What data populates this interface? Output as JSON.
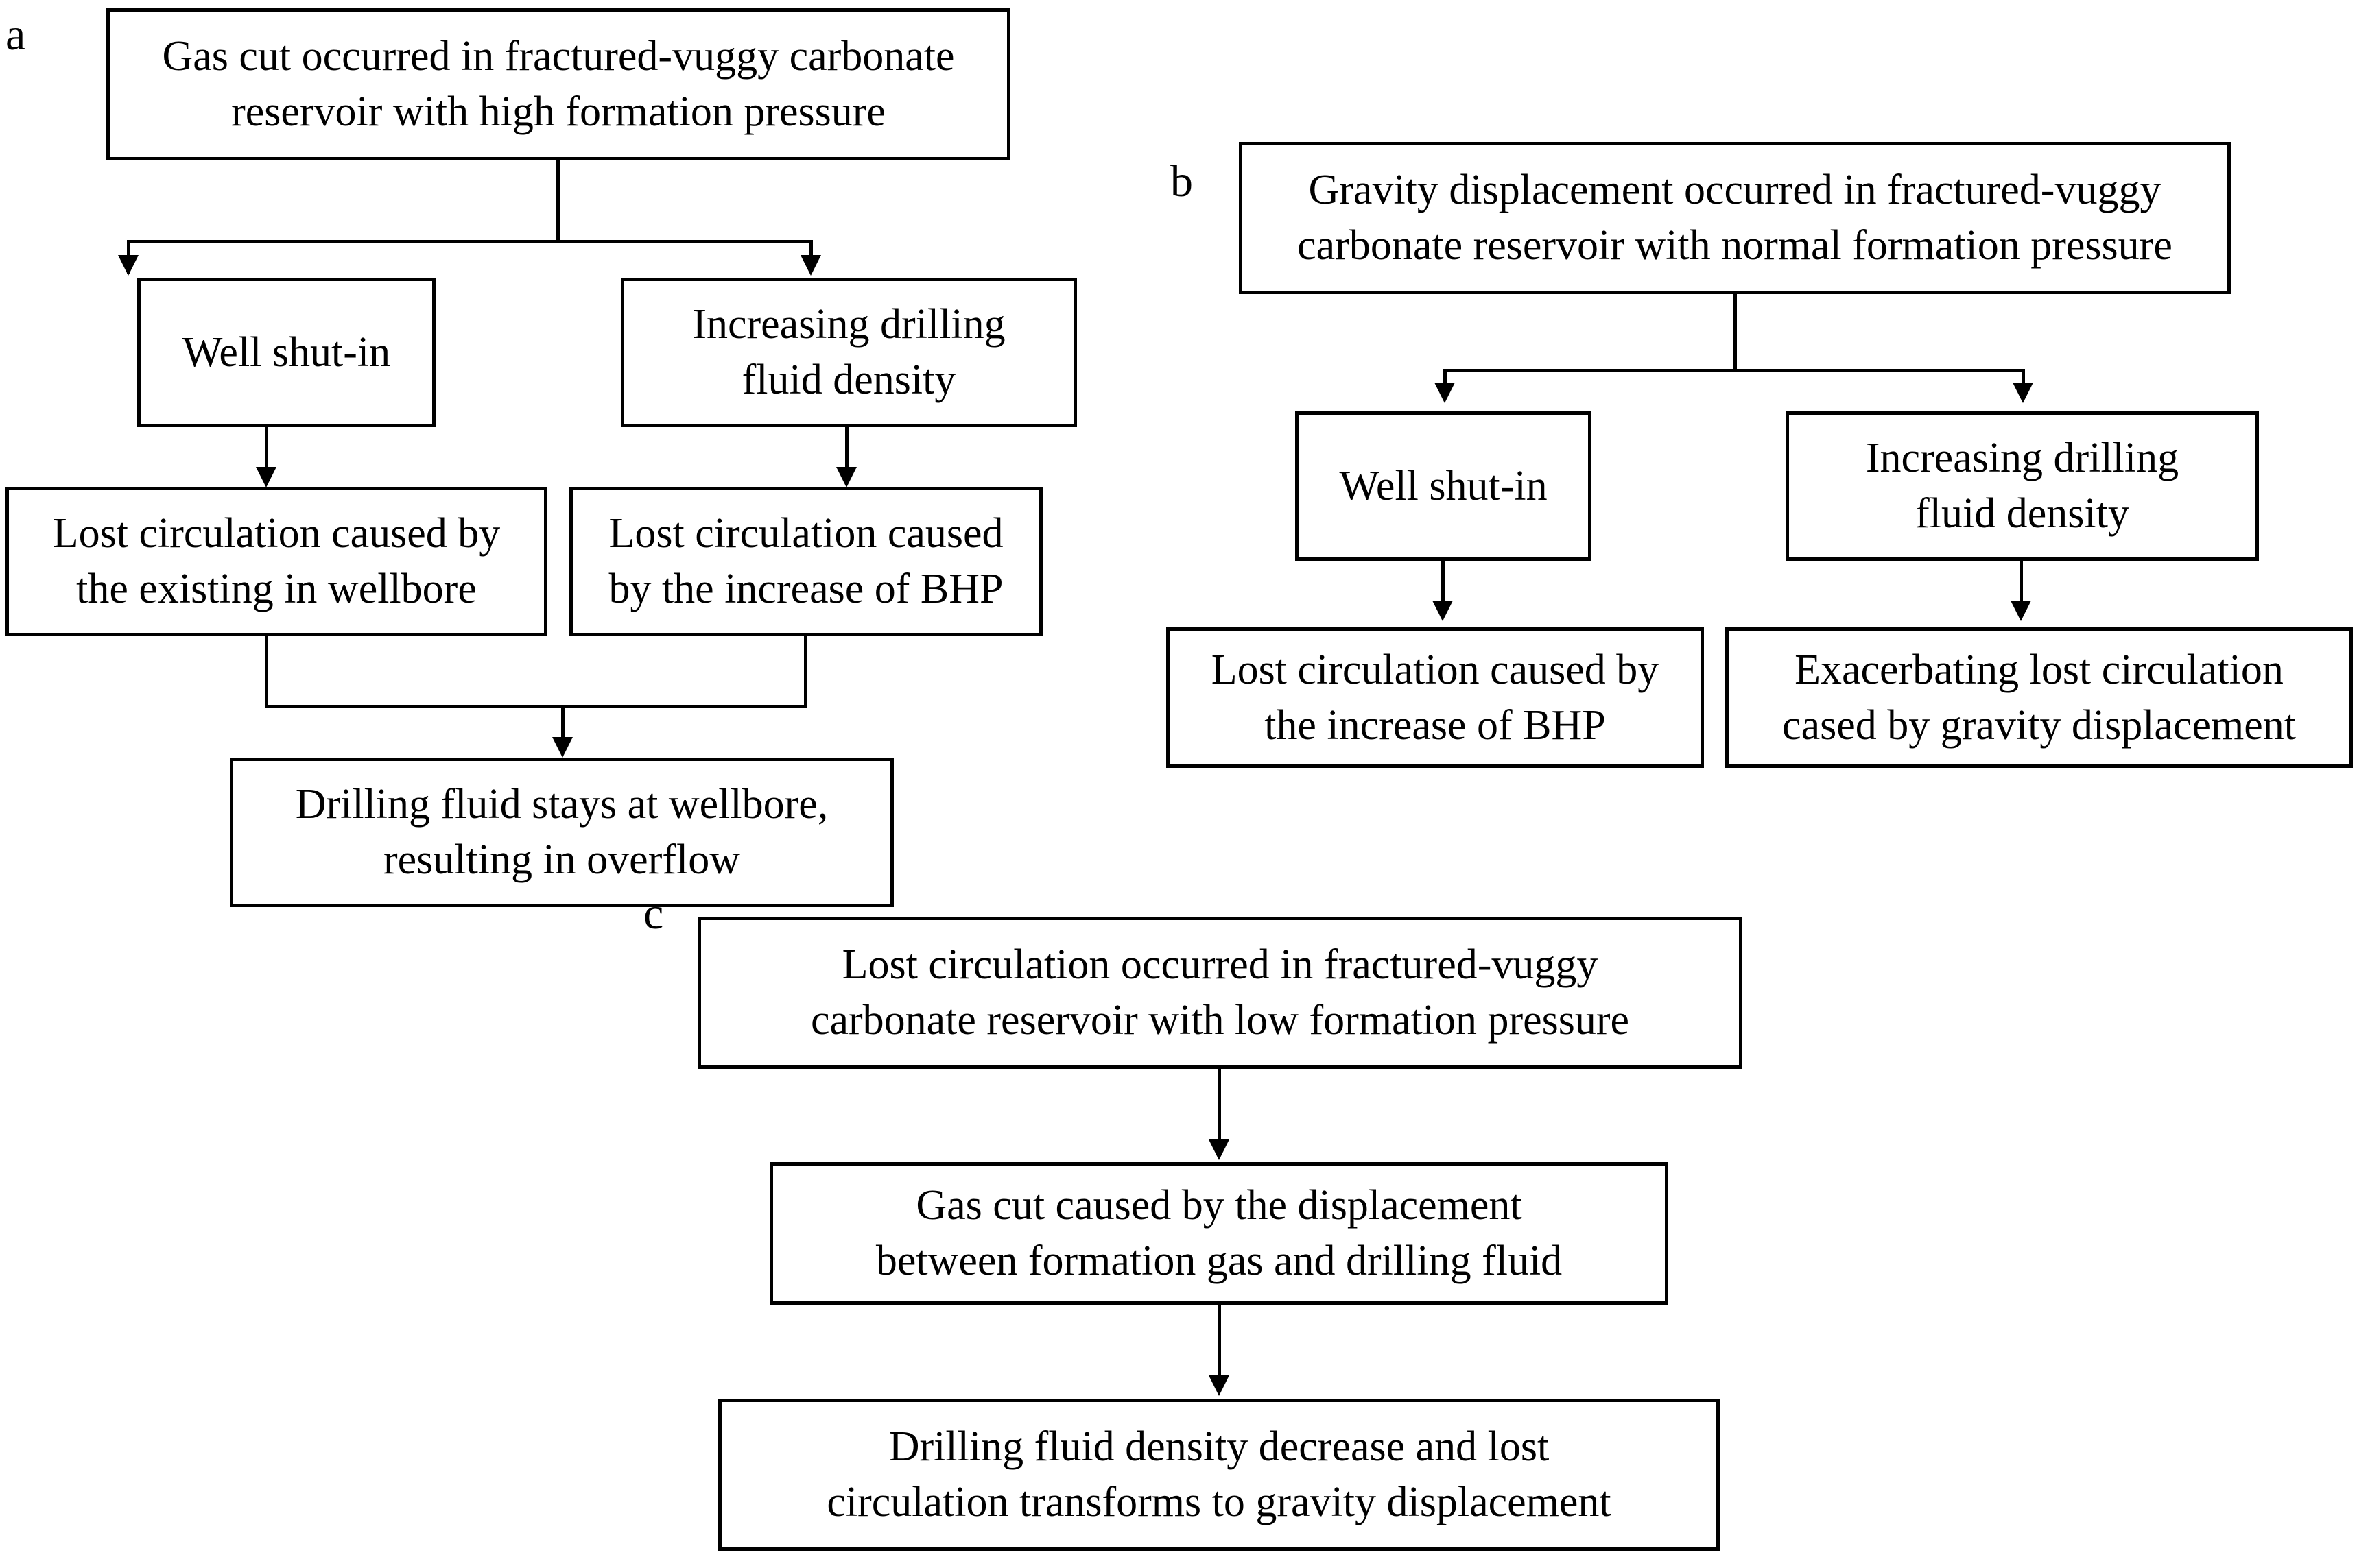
{
  "figure": {
    "type": "flowchart",
    "panels": [
      {
        "id": "a",
        "label": "a",
        "nodes": [
          {
            "id": "a1",
            "text": "Gas cut occurred in fractured-vuggy carbonate\nreservoir with high formation pressure"
          },
          {
            "id": "a2",
            "text": "Well shut-in"
          },
          {
            "id": "a3",
            "text": "Increasing drilling\nfluid density"
          },
          {
            "id": "a4",
            "text": "Lost circulation caused by\nthe existing in wellbore"
          },
          {
            "id": "a5",
            "text": "Lost circulation caused\nby the increase of BHP"
          },
          {
            "id": "a6",
            "text": "Drilling fluid stays at wellbore,\nresulting in overflow"
          }
        ],
        "edges": [
          {
            "from": "a1",
            "to": "a2"
          },
          {
            "from": "a1",
            "to": "a3"
          },
          {
            "from": "a2",
            "to": "a4"
          },
          {
            "from": "a3",
            "to": "a5"
          },
          {
            "from": "a4",
            "to": "a6"
          },
          {
            "from": "a5",
            "to": "a6"
          }
        ]
      },
      {
        "id": "b",
        "label": "b",
        "nodes": [
          {
            "id": "b1",
            "text": "Gravity displacement occurred in fractured-vuggy\ncarbonate reservoir with normal formation pressure"
          },
          {
            "id": "b2",
            "text": "Well shut-in"
          },
          {
            "id": "b3",
            "text": "Increasing drilling\nfluid density"
          },
          {
            "id": "b4",
            "text": "Lost circulation caused by\nthe increase of BHP"
          },
          {
            "id": "b5",
            "text": "Exacerbating lost circulation\ncased by gravity displacement"
          }
        ],
        "edges": [
          {
            "from": "b1",
            "to": "b2"
          },
          {
            "from": "b1",
            "to": "b3"
          },
          {
            "from": "b2",
            "to": "b4"
          },
          {
            "from": "b3",
            "to": "b5"
          }
        ]
      },
      {
        "id": "c",
        "label": "c",
        "nodes": [
          {
            "id": "c1",
            "text": "Lost circulation occurred in fractured-vuggy\ncarbonate reservoir with low formation pressure"
          },
          {
            "id": "c2",
            "text": "Gas cut caused by the displacement\nbetween formation gas and drilling fluid"
          },
          {
            "id": "c3",
            "text": "Drilling fluid density decrease and lost\ncirculation transforms to gravity displacement"
          }
        ],
        "edges": [
          {
            "from": "c1",
            "to": "c2"
          },
          {
            "from": "c2",
            "to": "c3"
          }
        ]
      }
    ],
    "colors": {
      "stroke": "#000000",
      "fill": "#ffffff",
      "text": "#000000"
    }
  }
}
